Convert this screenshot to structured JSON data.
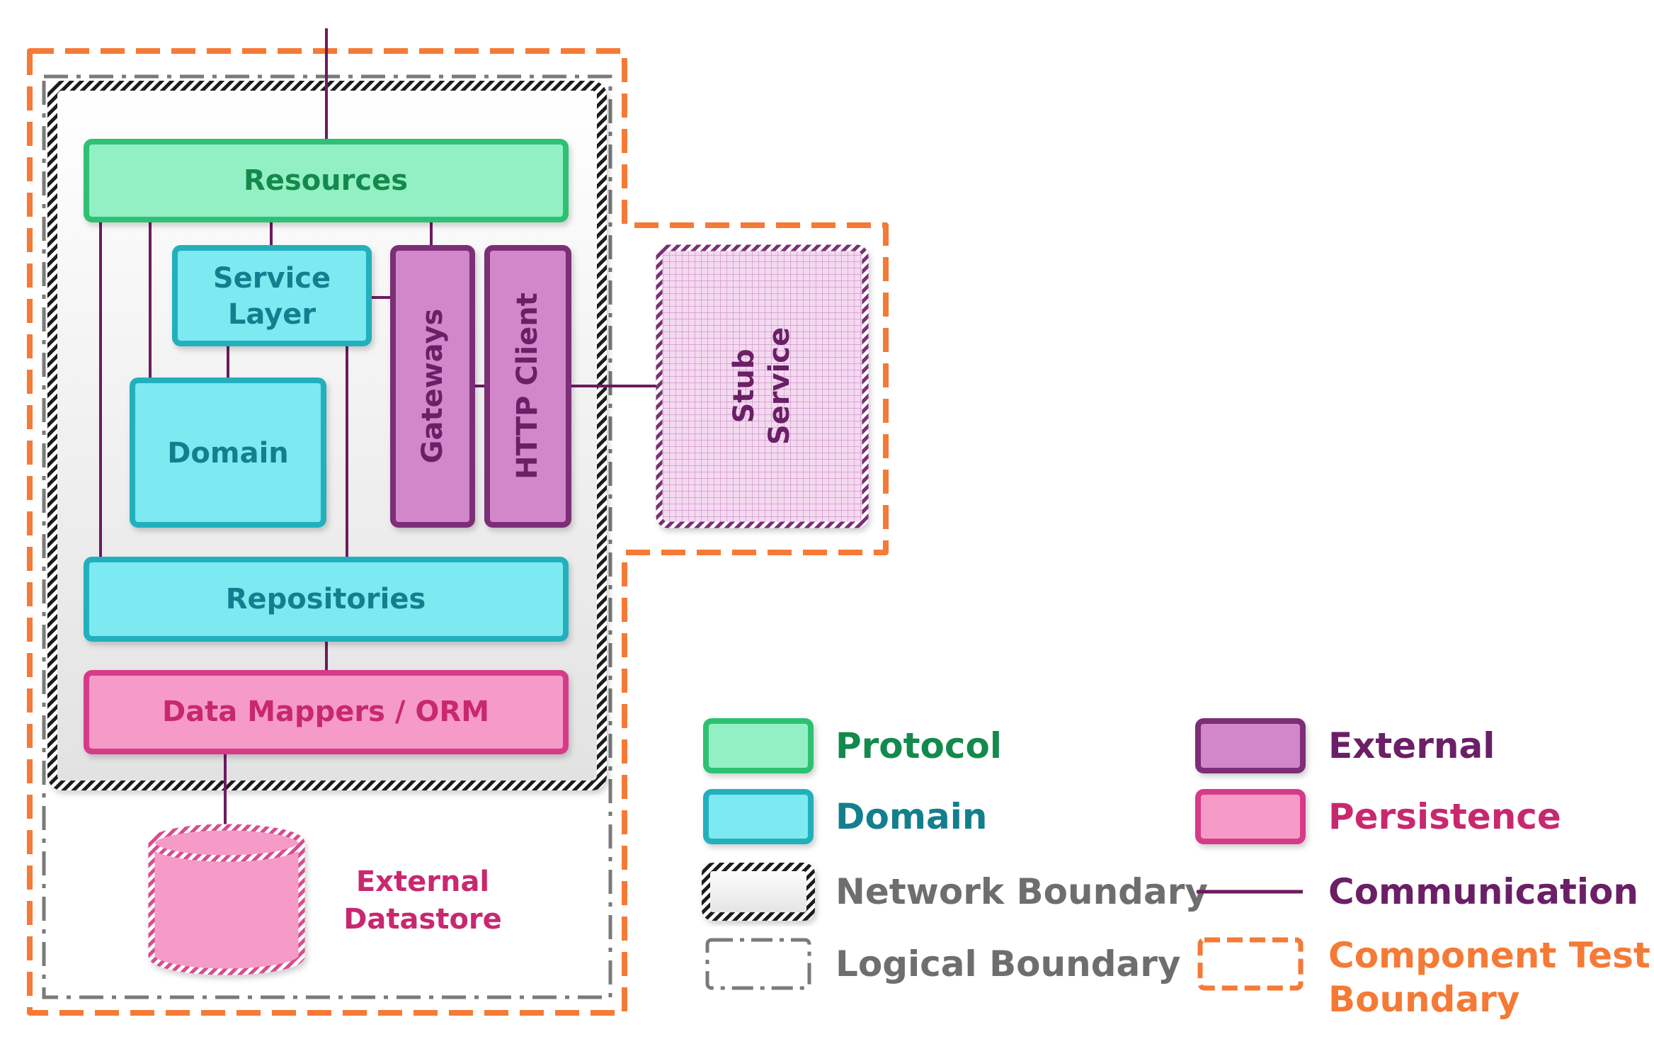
{
  "colors": {
    "protocol_fill": "#93F0C4",
    "protocol_stroke": "#2FC173",
    "protocol_text": "#138A4C",
    "domain_fill": "#7DE9F0",
    "domain_stroke": "#22B0BD",
    "domain_text": "#137F8E",
    "external_fill": "#D287CB",
    "external_stroke": "#7B2D77",
    "external_text": "#6A1F66",
    "persistence_fill": "#F69BC7",
    "persistence_stroke": "#D53A88",
    "persistence_text": "#C8286F",
    "communication": "#6C1B5E",
    "network_boundary": "#222222",
    "logical_boundary": "#7A7A7A",
    "component_boundary": "#F57A36",
    "legend_gray_text": "#6E6E6E"
  },
  "diagram": {
    "resources": "Resources",
    "service_layer": [
      "Service",
      "Layer"
    ],
    "domain": "Domain",
    "gateways": "Gateways",
    "http_client": "HTTP Client",
    "repositories": "Repositories",
    "data_mappers": "Data Mappers / ORM",
    "stub_service": [
      "Stub",
      "Service"
    ],
    "external_datastore": [
      "External",
      "Datastore"
    ]
  },
  "legend": {
    "protocol": "Protocol",
    "domain": "Domain",
    "network_boundary": "Network Boundary",
    "logical_boundary": "Logical Boundary",
    "external": "External",
    "persistence": "Persistence",
    "communication": "Communication",
    "component_test_boundary": [
      "Component Test",
      "Boundary"
    ]
  }
}
